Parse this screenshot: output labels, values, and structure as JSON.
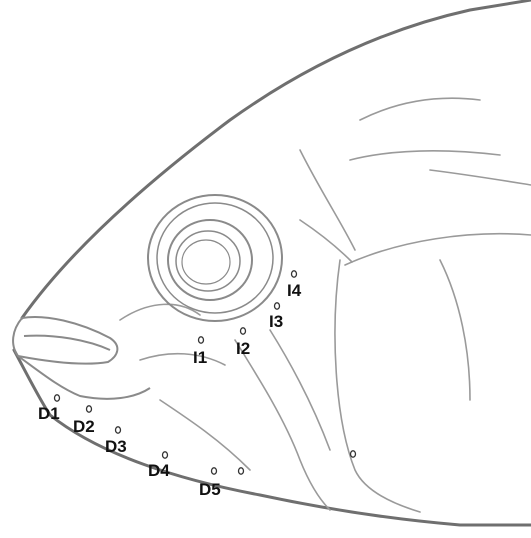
{
  "figure": {
    "labels": {
      "D1": "D1",
      "D2": "D2",
      "D3": "D3",
      "D4": "D4",
      "D5": "D5",
      "I1": "I1",
      "I2": "I2",
      "I3": "I3",
      "I4": "I4"
    },
    "colors": {
      "outline": "#6f6f6f",
      "sketch": "#9a9a9a",
      "pore": "#333333",
      "text": "#111111"
    }
  }
}
